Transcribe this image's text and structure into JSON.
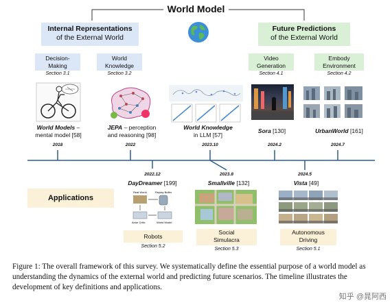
{
  "title": "World Model",
  "internal": {
    "line1": "Internal Representations",
    "line2": "of the External World"
  },
  "future": {
    "line1": "Future Predictions",
    "line2": "of the External World"
  },
  "categories": [
    {
      "label1": "Decision-",
      "label2": "Making",
      "section": "Section 3.1"
    },
    {
      "label1": "World",
      "label2": "Knowledge",
      "section": "Section 3.2"
    },
    {
      "label1": "Video",
      "label2": "Generation",
      "section": "Section 4.1"
    },
    {
      "label1": "Embody",
      "label2": "Environment",
      "section": "Section 4.2"
    }
  ],
  "top_items": [
    {
      "name": "World Models",
      "sep": " –",
      "line2": "mental model [58]",
      "year": "2018"
    },
    {
      "name": "JEPA",
      "sep": " – perception",
      "line2": "and reasoning [98]",
      "year": "2022"
    },
    {
      "name": "World Knowledge",
      "sep": "",
      "line2": "in LLM [57]",
      "year": "2023.10"
    },
    {
      "name": "Sora",
      "sep": " [130]",
      "line2": "",
      "year": "2024.2"
    },
    {
      "name": "UrbanWorld",
      "sep": " [161]",
      "line2": "",
      "year": "2024.7"
    }
  ],
  "applications_label": "Applications",
  "bottom_items": [
    {
      "year": "2022.12",
      "name": "DayDreamer",
      "ref": " [199]",
      "box1": "Robots",
      "box2": "",
      "section": "Section 5.2"
    },
    {
      "year": "2023.8",
      "name": "Smallville",
      "ref": " [132]",
      "box1": "Social",
      "box2": "Simulacra",
      "section": "Section 5.3"
    },
    {
      "year": "2024.5",
      "name": "Vista",
      "ref": " [49]",
      "box1": "Autonomous",
      "box2": "Driving",
      "section": "Section 5.1"
    }
  ],
  "robot_labels": [
    "Real World",
    "Replay Buffer",
    "Actor Critic",
    "World Model"
  ],
  "caption": "Figure 1: The overall framework of this survey. We systematically define the essential purpose of a world model as understanding the dynamics of the external world and predicting future scenarios. The timeline illustrates the development of key definitions and applications.",
  "watermark": "知乎 @晁阿西",
  "colors": {
    "blue_box": "#dbe6f6",
    "green_box": "#d9f0d6",
    "app_box": "#fbf0d8",
    "timeline": "#2a5d8f",
    "line": "#333333"
  }
}
